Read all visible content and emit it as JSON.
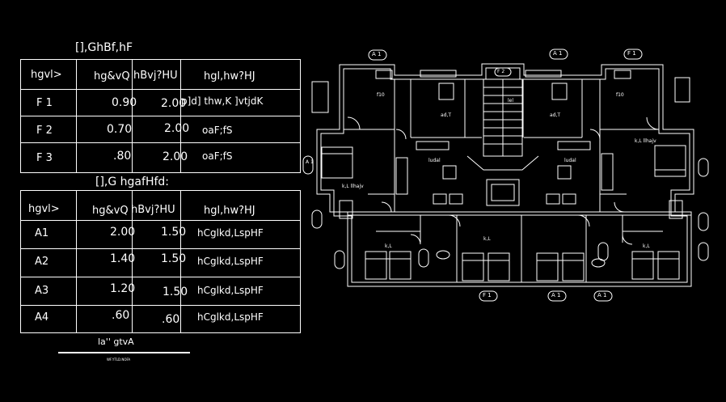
{
  "table1": {
    "title": "[],GhBf,hF",
    "headers": [
      "hgvl>",
      "hg&vQ",
      "hBvj?HU",
      "hgl,hw?HJ"
    ],
    "rows": [
      [
        "F 1",
        "0.90",
        "2.00",
        "p]d]  thw,K  ]vtjdK"
      ],
      [
        "F 2",
        "0.70",
        "2.00",
        "oaF;fS"
      ],
      [
        "F 3",
        ".80",
        "2.00",
        "oaF;fS"
      ]
    ]
  },
  "table2": {
    "title": "[],G hgafHfd:",
    "headers": [
      "hgvl>",
      "hg&vQ",
      "hBvj?HU",
      "hgl,hw?HJ"
    ],
    "rows": [
      [
        "A1",
        "2.00",
        "1.50",
        "hCglkd,LspHF"
      ],
      [
        "A2",
        "1.40",
        "1.50",
        "hCglkd,LspHF"
      ],
      [
        "A3",
        "1.20",
        "1.50",
        "hCglkd,LspHF"
      ],
      [
        "A4",
        ".60",
        ".60",
        "hCglkd,LspHF"
      ]
    ]
  },
  "footer": {
    "label": "la'' gtvA",
    "sublabel": "WF.YTLD.NOFA"
  },
  "plan": {
    "room_labels": [
      "f10",
      "f10",
      "ad,T",
      "ad,T",
      "ludal",
      "ludal",
      "k,L llhajv",
      "k,L llhajv",
      "k,L",
      "k,L",
      "k,L",
      "lel"
    ],
    "axis_labels": [
      "A 1",
      "A 1",
      "F 2",
      "F 1",
      "F 1",
      "A 1",
      "A 1",
      "A 1"
    ]
  }
}
